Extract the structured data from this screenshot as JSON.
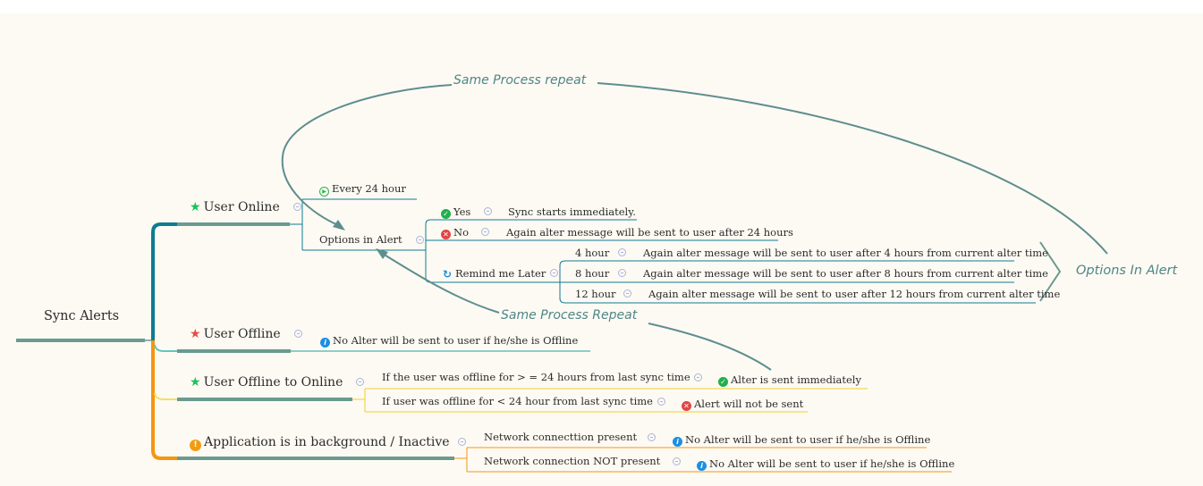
{
  "root": {
    "label": "Sync Alerts"
  },
  "colors": {
    "teal": "#0e7b93",
    "orange": "#f5960f",
    "bar": "#6a9a90",
    "note": "#4e8686",
    "yellow": "#f2cf2a",
    "background": "#fdfaf3"
  },
  "branches": {
    "user_online": {
      "label": "User Online",
      "icon": "star-green-icon",
      "children": {
        "every_24": {
          "label": "Every 24 hour",
          "icon": "play-icon"
        },
        "options": {
          "label": "Options in Alert",
          "yes": {
            "label": "Yes",
            "result": "Sync starts immediately."
          },
          "no": {
            "label": "No",
            "result": "Again alter message will be sent to user after 24 hours"
          },
          "remind": {
            "label": "Remind me Later",
            "items": [
              {
                "label": "4 hour",
                "result": "Again alter message will be sent to user after 4 hours from current alter time"
              },
              {
                "label": "8 hour",
                "result": "Again alter message will be sent to user after 8 hours from current alter time"
              },
              {
                "label": "12 hour",
                "result": "Again alter message will be sent to user after 12 hours from current alter time"
              }
            ]
          }
        }
      }
    },
    "user_offline": {
      "label": "User Offline",
      "icon": "star-red-icon",
      "result": "No Alter will be sent to user if he/she is Offline"
    },
    "offline_to_online": {
      "label": "User Offline to Online",
      "icon": "star-green-icon",
      "conditions": [
        {
          "label": "If the user was offline for > = 24 hours  from last sync time",
          "result": "Alter is sent immediately"
        },
        {
          "label": "If user was offline for < 24 hour from last sync time",
          "result": "Alert will not be sent"
        }
      ]
    },
    "background": {
      "label": "Application is in background / Inactive",
      "icon": "warning-icon",
      "conditions": [
        {
          "label": "Network connecttion present",
          "result": "No Alter will be sent to user if he/she is Offline"
        },
        {
          "label": "Network connection NOT present",
          "result": "No Alter will be sent to user if he/she is Offline"
        }
      ]
    }
  },
  "annotations": {
    "top_relation": "Same Process repeat",
    "bottom_relation": "Same Process Repeat",
    "summary": "Options In Alert"
  }
}
